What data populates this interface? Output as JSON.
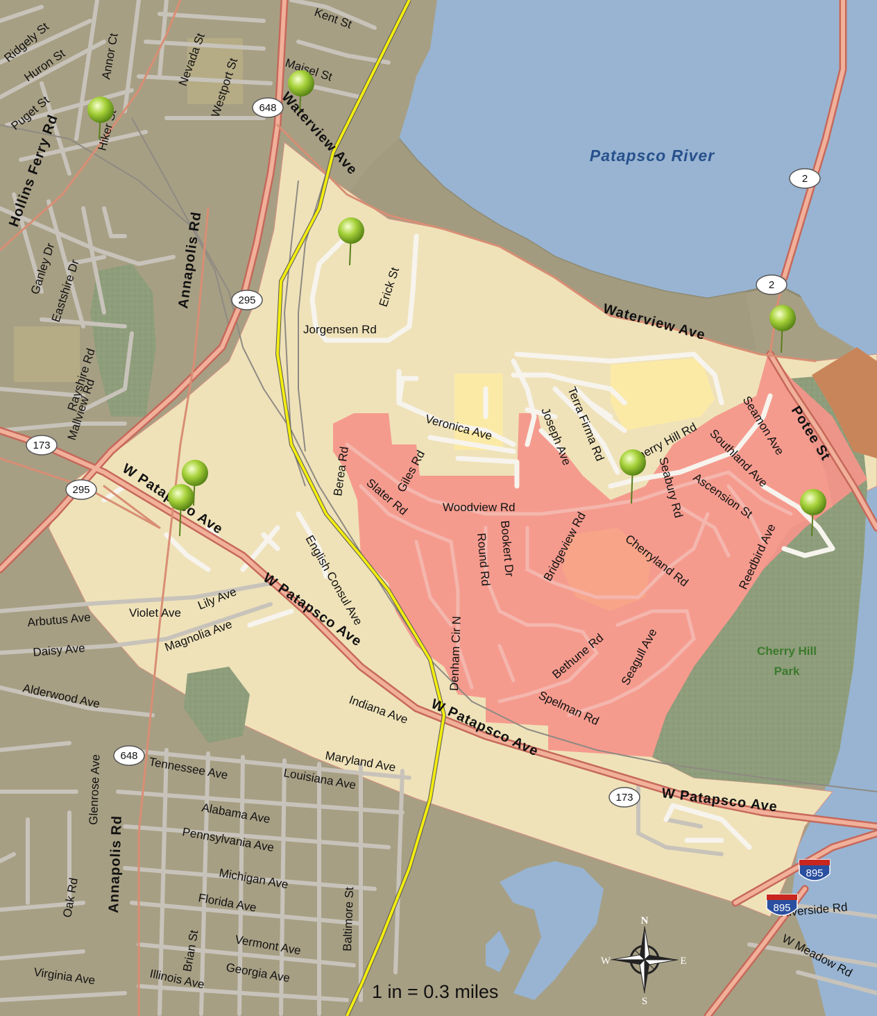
{
  "map": {
    "colors": {
      "land": "#a79f84",
      "study_area": "#efe2b9",
      "highlight": "#f5958a",
      "water": "#98b4d2",
      "water_land_edge": "#9a957a",
      "park_green": "#8d9c7a",
      "orange_parcel": "#c9855a",
      "light_yellow": "#fbeaa6",
      "road_major": "#d98e74",
      "road_minor": "#cfcbc3",
      "transit_line": "#f2ec11"
    },
    "water_label": "Patapsco River",
    "park_label_line1": "Cherry Hill",
    "park_label_line2": "Park",
    "scale_text": "1 in = 0.3 miles",
    "compass": {
      "n": "N",
      "s": "S",
      "e": "E",
      "w": "W"
    },
    "shields": [
      {
        "id": "s648a",
        "text": "648"
      },
      {
        "id": "s295a",
        "text": "295"
      },
      {
        "id": "s2a",
        "text": "2"
      },
      {
        "id": "s2b",
        "text": "2"
      },
      {
        "id": "s173a",
        "text": "173"
      },
      {
        "id": "s295b",
        "text": "295"
      },
      {
        "id": "s648b",
        "text": "648"
      },
      {
        "id": "s173b",
        "text": "173"
      },
      {
        "id": "i895a",
        "text": "895"
      },
      {
        "id": "i895b",
        "text": "895"
      }
    ],
    "streets": {
      "ridgely": "Ridgely St",
      "huron": "Huron St",
      "annor": "Annor Ct",
      "puget": "Puget St",
      "hiker": "Hiker St",
      "hollins_ferry": "Hollins Ferry Rd",
      "nevada": "Nevada St",
      "westport": "Westport St",
      "kent": "Kent St",
      "maisel": "Maisel St",
      "waterview_n": "Waterview Ave",
      "annapolis_n": "Annapolis Rd",
      "ganley": "Ganley Dr",
      "eastshire": "Eastshire Dr",
      "rayshire": "Rayshire Rd",
      "mallview": "Mallview Rd",
      "erick": "Erick St",
      "jorgensen": "Jorgensen Rd",
      "waterview_e": "Waterview Ave",
      "veronica": "Veronica Ave",
      "joseph": "Joseph Ave",
      "terra_firma": "Terra Firma Rd",
      "cherry_hill": "Cherry Hill Rd",
      "seamon": "Seamon Ave",
      "southland": "Southland Ave",
      "potee": "Potee St",
      "berea": "Berea Rd",
      "giles": "Giles Rd",
      "slater": "Slater Rd",
      "woodview": "Woodview Rd",
      "seabury": "Seabury Rd",
      "ascension": "Ascension St",
      "reedbird": "Reedbird Ave",
      "bookert": "Bookert Dr",
      "round": "Round Rd",
      "bridgeview": "Bridgeview Rd",
      "cherryland": "Cherryland Rd",
      "w_patapsco_1": "W Patapsco Ave",
      "english_consul": "English Consul Ave",
      "w_patapsco_2": "W Patapsco Ave",
      "lily": "Lily Ave",
      "violet": "Violet Ave",
      "arbutus": "Arbutus Ave",
      "magnolia": "Magnolia Ave",
      "daisy": "Daisy Ave",
      "denham": "Denham Cir N",
      "bethune": "Bethune Rd",
      "seagull": "Seagull Ave",
      "spelman": "Spelman Rd",
      "alderwood": "Alderwood Ave",
      "indiana": "Indiana Ave",
      "w_patapsco_3": "W Patapsco Ave",
      "glenrose": "Glenrose Ave",
      "tennessee": "Tennessee Ave",
      "maryland": "Maryland Ave",
      "louisiana": "Louisiana Ave",
      "w_patapsco_4": "W Patapsco Ave",
      "annapolis_s": "Annapolis Rd",
      "alabama": "Alabama Ave",
      "pennsylvania": "Pennsylvania Ave",
      "michigan": "Michigan Ave",
      "baltimore": "Baltimore St",
      "oak": "Oak Rd",
      "florida": "Florida Ave",
      "vermont": "Vermont Ave",
      "brian": "Brian St",
      "georgia": "Georgia Ave",
      "virginia": "Virginia Ave",
      "illinois": "Illinois Ave",
      "riverside": "Riverside Rd",
      "w_meadow": "W Meadow Rd"
    }
  }
}
